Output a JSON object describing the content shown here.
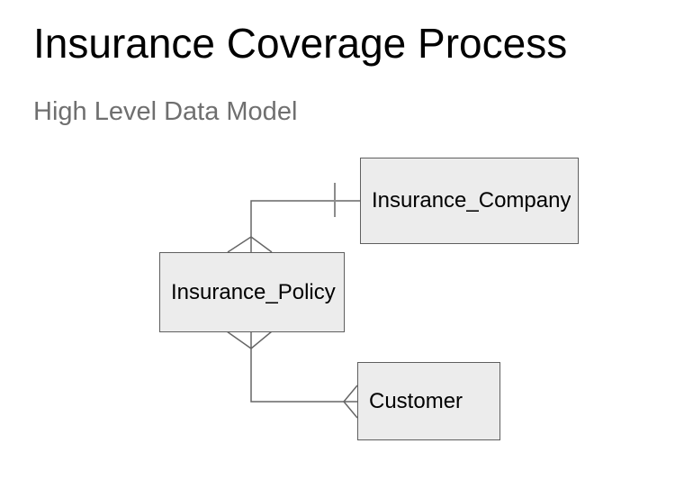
{
  "slide": {
    "title": "Insurance Coverage Process",
    "subtitle": "High Level Data Model"
  },
  "diagram": {
    "entities": [
      {
        "id": "insurance_company",
        "label": "Insurance_Company"
      },
      {
        "id": "insurance_policy",
        "label": "Insurance_Policy"
      },
      {
        "id": "customer",
        "label": "Customer"
      }
    ],
    "relationships": [
      {
        "from": "insurance_policy",
        "to": "insurance_company",
        "from_cardinality": "many (crow's foot)",
        "to_cardinality": "one (single tick)"
      },
      {
        "from": "insurance_policy",
        "to": "customer",
        "from_cardinality": "many (crow's foot)",
        "to_cardinality": "many (crow's foot)"
      }
    ],
    "colors": {
      "background": "#ffffff",
      "title_text": "#000000",
      "subtitle_text": "#6f6f6f",
      "entity_fill": "#ececec",
      "entity_border": "#5f5f5f",
      "entity_text": "#000000",
      "connector_line": "#666666",
      "one_tick": "#8c8c8c"
    }
  }
}
